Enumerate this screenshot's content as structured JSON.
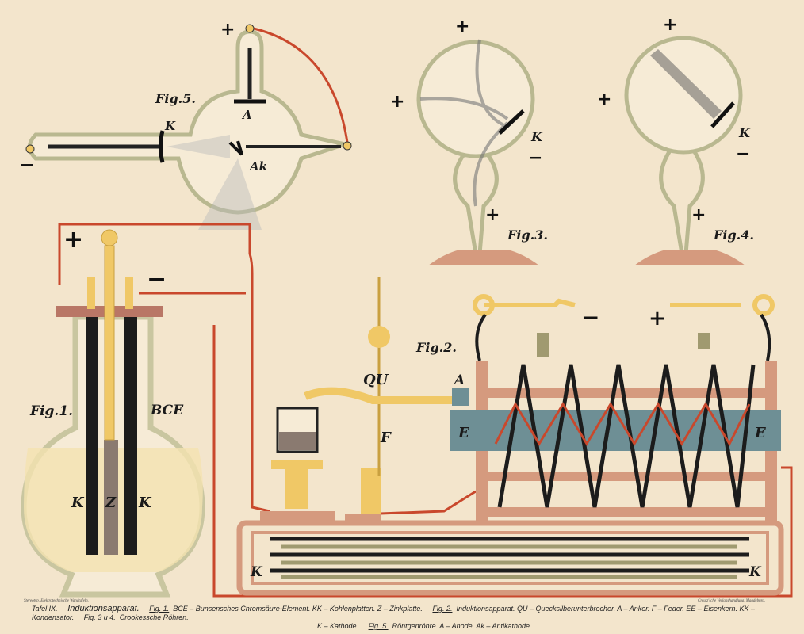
{
  "colors": {
    "background": "#f3e5cc",
    "wire": "#c9482c",
    "brass": "#f0c866",
    "wood": "#d59a7e",
    "iron_core": "#6e8f95",
    "carbon": "#1c1c1c",
    "zinc": "#8a7a70",
    "glass": "#c9c6a0"
  },
  "fig5": {
    "title": "Fig.5.",
    "plus": "+",
    "minus": "−",
    "anode": "A",
    "cathode": "K",
    "anticathode": "Ak"
  },
  "fig3": {
    "title": "Fig.3.",
    "plus_top": "+",
    "plus_left": "+",
    "plus_bottom": "+",
    "cathode": "K",
    "minus": "−"
  },
  "fig4": {
    "title": "Fig.4.",
    "plus_top": "+",
    "plus_left": "+",
    "plus_bottom": "+",
    "cathode": "K",
    "minus": "−"
  },
  "fig1": {
    "title": "Fig.1.",
    "element": "BCE",
    "plus": "+",
    "minus": "−",
    "carbon_left": "K",
    "zinc": "Z",
    "carbon_right": "K"
  },
  "fig2": {
    "title": "Fig.2.",
    "interrupter": "QU",
    "spring": "F",
    "anchor": "A",
    "core_left": "E",
    "core_right": "E",
    "condenser_left": "K",
    "condenser_right": "K",
    "minus": "−",
    "plus": "+"
  },
  "imprint": {
    "left": "Stereotyp, Elektrotechnische Wandtafeln.",
    "right": "Creutz'sche Verlagshandlung, Magdeburg."
  },
  "caption": {
    "plate": "Tafel IX.",
    "title": "Induktionsapparat.",
    "fig1_ref": "Fig. 1.",
    "fig1_text": "BCE – Bunsensches Chromsäure-Element.  KK – Kohlenplatten.  Z – Zinkplatte.",
    "fig2_ref": "Fig. 2.",
    "fig2_text": "Induktionsapparat.  QU – Quecksilberunterbrecher.  A – Anker.  F – Feder.  EE – Eisenkern.  KK – Kondensator.",
    "fig34_ref": "Fig. 3 u 4.",
    "fig34_text": "Crookessche Röhren.",
    "line2_text": "K – Kathode.",
    "fig5_ref": "Fig. 5.",
    "fig5_text": "Röntgenröhre.  A – Anode.  Ak – Antikathode."
  }
}
